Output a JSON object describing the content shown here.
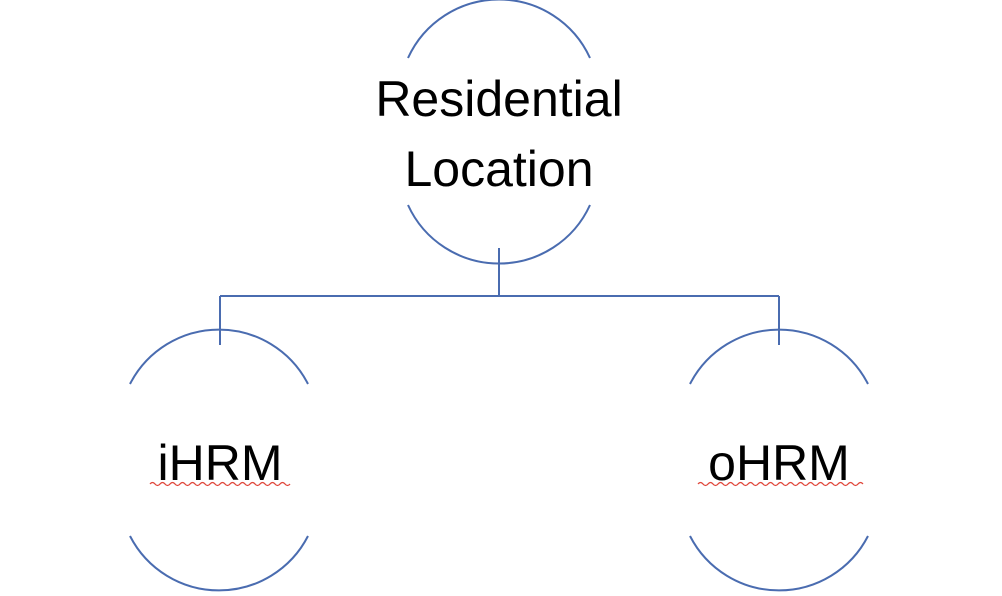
{
  "diagram": {
    "root": {
      "label_line1": "Residential",
      "label_line2": "Location"
    },
    "children": [
      {
        "label": "iHRM",
        "spellcheck_flag": true
      },
      {
        "label": "oHRM",
        "spellcheck_flag": true
      }
    ],
    "colors": {
      "outline": "#4a6cb0",
      "text": "#000000",
      "spellcheck_underline": "#e0463a"
    }
  }
}
